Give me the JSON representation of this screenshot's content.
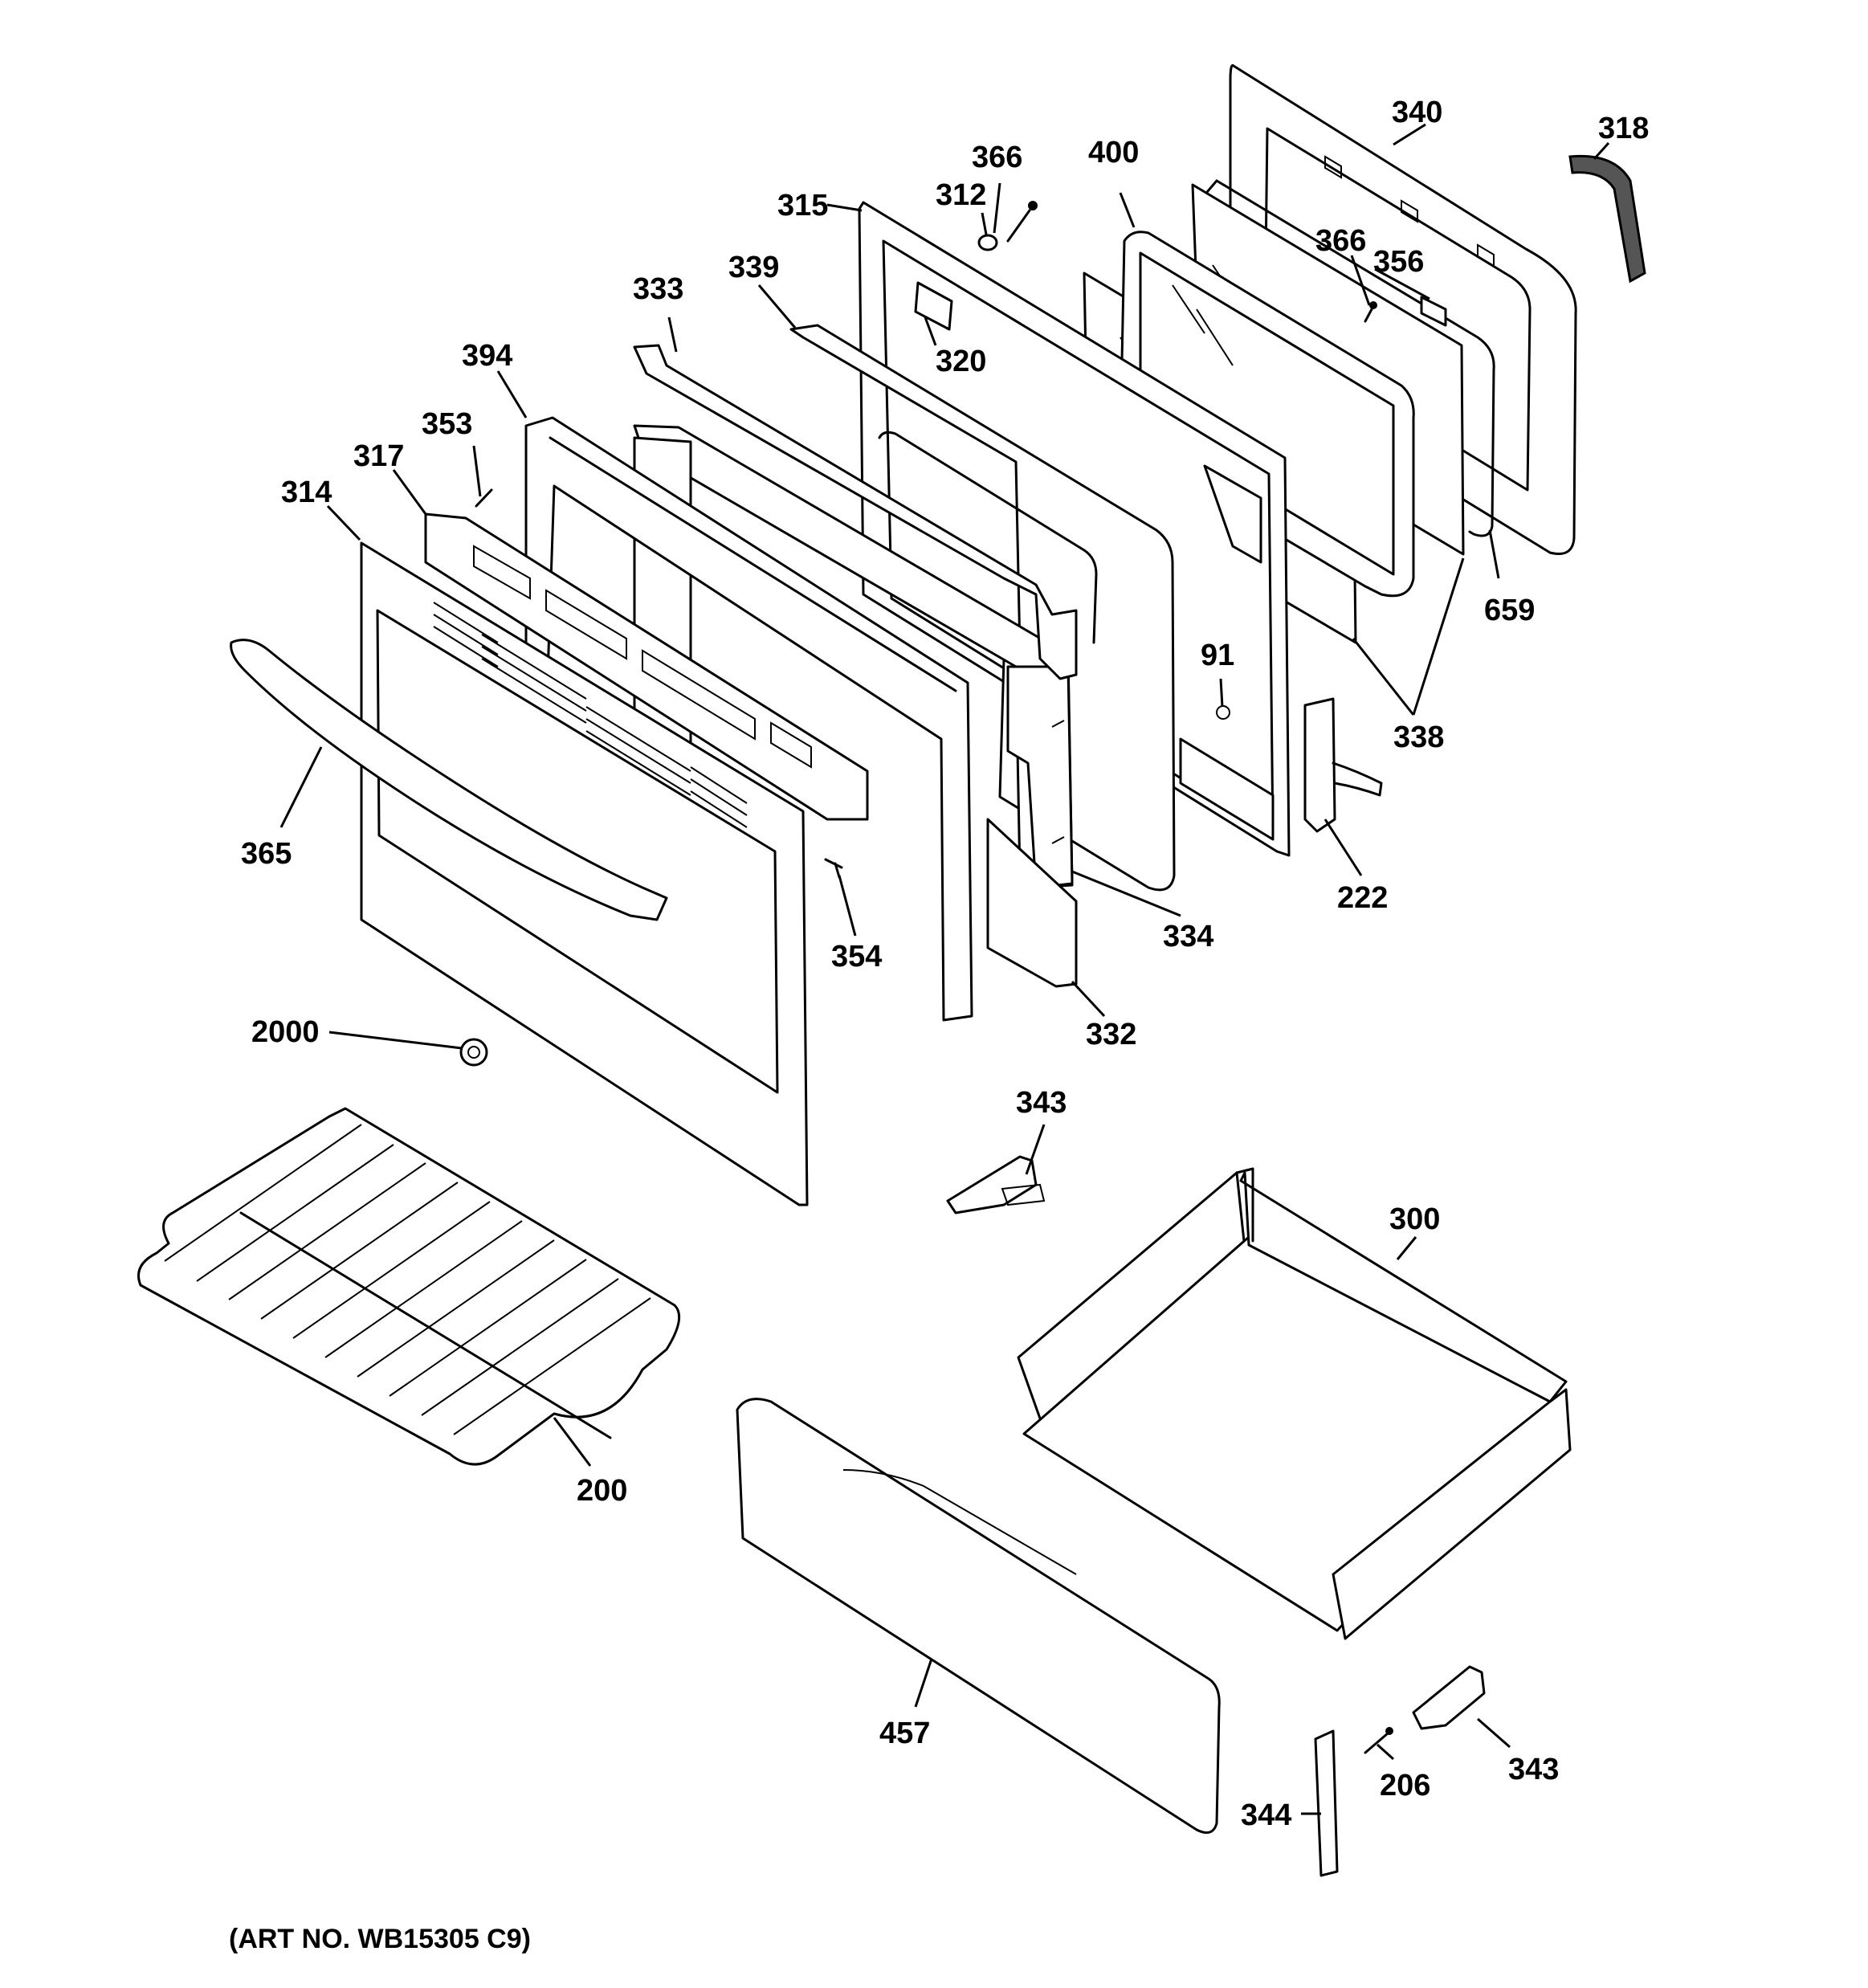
{
  "art_number": "(ART NO. WB15305 C9)",
  "callouts": {
    "c340": "340",
    "c318": "318",
    "c366a": "366",
    "c400": "400",
    "c312": "312",
    "c315": "315",
    "c366b": "366",
    "c356": "356",
    "c339": "339",
    "c333": "333",
    "c320": "320",
    "c394": "394",
    "c353": "353",
    "c317": "317",
    "c314": "314",
    "c659": "659",
    "c91": "91",
    "c338": "338",
    "c365": "365",
    "c222": "222",
    "c334": "334",
    "c354": "354",
    "c332": "332",
    "c2000": "2000",
    "c343a": "343",
    "c300": "300",
    "c200": "200",
    "c457": "457",
    "c343b": "343",
    "c206": "206",
    "c344": "344"
  }
}
